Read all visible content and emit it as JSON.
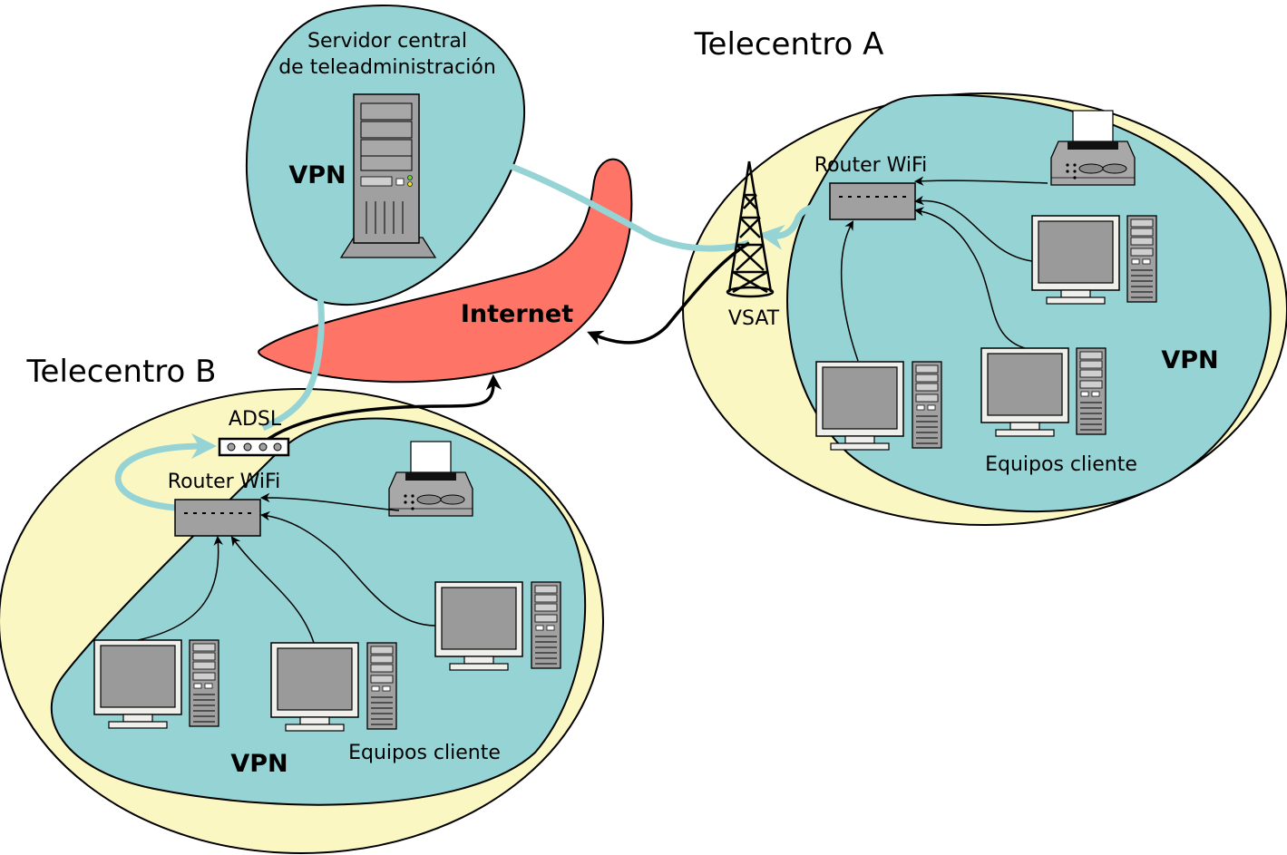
{
  "colors": {
    "outer_zone": "#fbf7c3",
    "vpn_zone": "#96d3d5",
    "internet": "#fe7466",
    "tunnel": "#96d3d5",
    "device": "#a0a0a0",
    "screen": "#9a9a9a"
  },
  "server": {
    "title_line1": "Servidor central",
    "title_line2": "de teleadministración",
    "vpn": "VPN"
  },
  "internet": {
    "label": "Internet"
  },
  "telecentro_a": {
    "title": "Telecentro A",
    "router": "Router WiFi",
    "link": "VSAT",
    "vpn": "VPN",
    "clients": "Equipos cliente"
  },
  "telecentro_b": {
    "title": "Telecentro B",
    "router": "Router WiFi",
    "link": "ADSL",
    "vpn": "VPN",
    "clients": "Equipos cliente"
  },
  "icons": [
    "server-icon",
    "router-icon",
    "printer-icon",
    "monitor-icon",
    "pc-tower-icon",
    "antenna-tower-icon",
    "adsl-modem-icon"
  ]
}
